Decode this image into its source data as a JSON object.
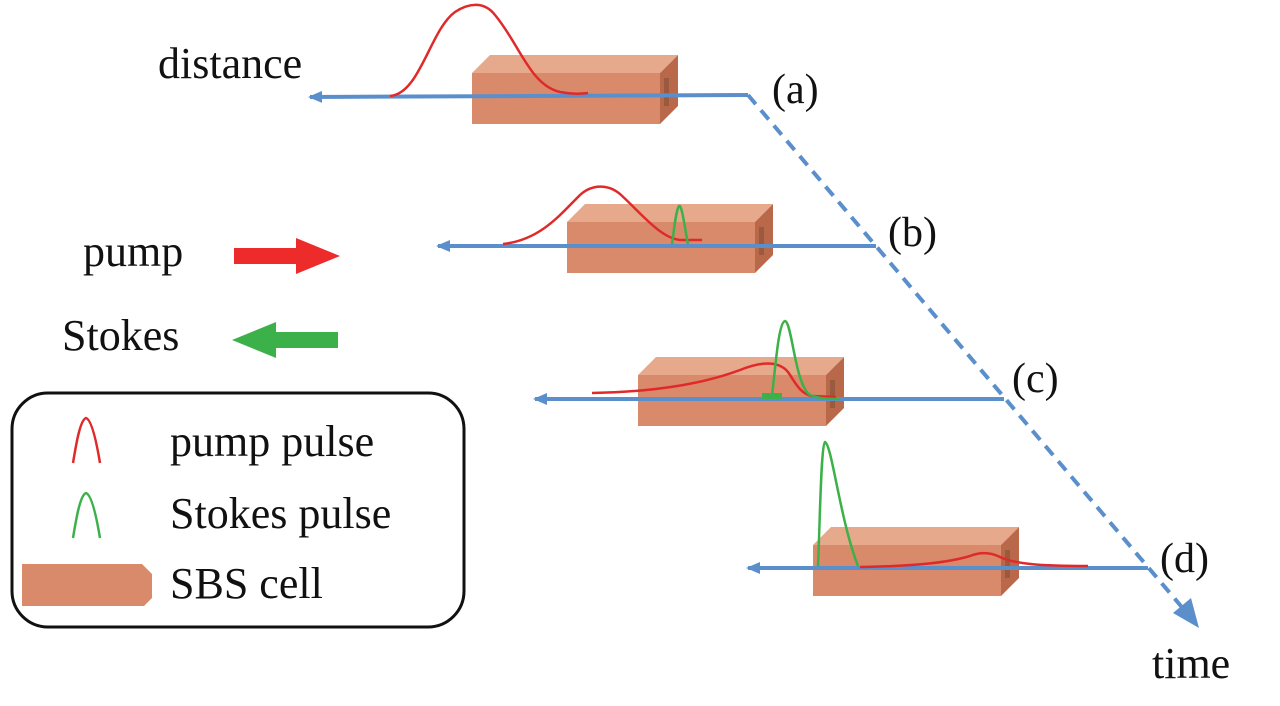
{
  "axis_labels": {
    "distance": "distance",
    "time": "time"
  },
  "stages": [
    {
      "id": "a",
      "label": "(a)"
    },
    {
      "id": "b",
      "label": "(b)"
    },
    {
      "id": "c",
      "label": "(c)"
    },
    {
      "id": "d",
      "label": "(d)"
    }
  ],
  "direction_key": {
    "pump": {
      "label": "pump",
      "color": "#ee2b2b",
      "direction": "right"
    },
    "stokes": {
      "label": "Stokes",
      "color": "#3cb14a",
      "direction": "left"
    }
  },
  "legend": {
    "items": [
      {
        "label": "pump pulse",
        "icon": "pump-pulse-icon",
        "color": "#e02a2a"
      },
      {
        "label": "Stokes pulse",
        "icon": "stokes-pulse-icon",
        "color": "#3cb14a"
      },
      {
        "label": "SBS cell",
        "icon": "sbs-cell-icon",
        "color": "#d98a6a"
      }
    ]
  },
  "colors": {
    "axis": "#5b8fcc",
    "cell_front": "#d98a6a",
    "cell_top": "#e6a98b",
    "cell_side": "#b9694a",
    "pump": "#e02a2a",
    "stokes": "#3cb14a"
  }
}
